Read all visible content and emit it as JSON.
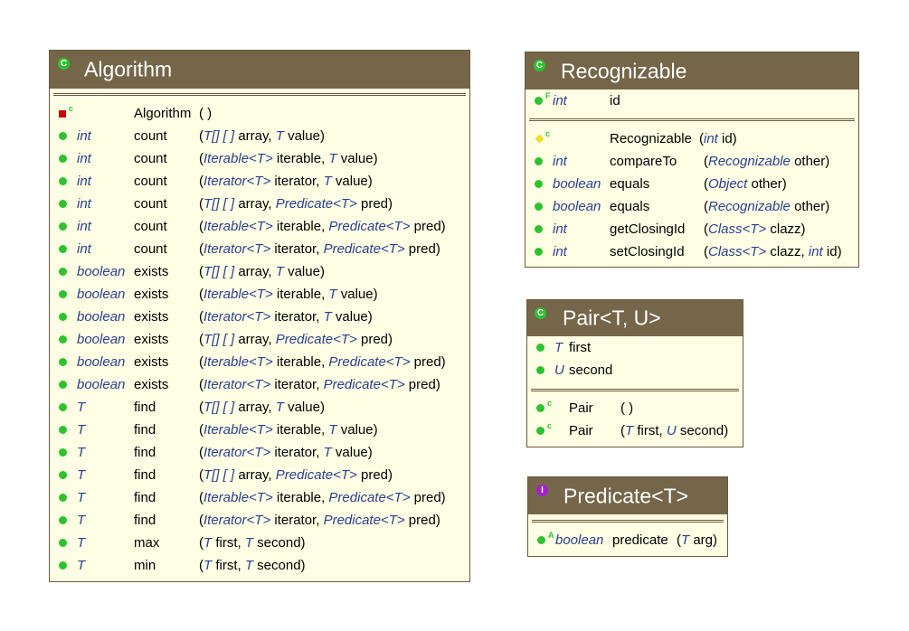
{
  "colors": {
    "header_bg": "#75664a",
    "body_bg": "#fefee4",
    "border": "#6b5a3c",
    "public_dot": "#2ec22e",
    "private_square": "#cc0000",
    "protected_diamond": "#e8e020",
    "interface_badge": "#a520c9",
    "type_text": "#2b3f8f"
  },
  "algorithm": {
    "title": "Algorithm",
    "kind": "C",
    "constructor": {
      "mod": "c",
      "name": "Algorithm",
      "params": " ( )"
    },
    "methods": [
      {
        "type": "int",
        "name": "count",
        "params": [
          [
            "(",
            ""
          ],
          [
            "T[] [ ]",
            "t"
          ],
          [
            " array, ",
            ""
          ],
          [
            "T",
            "t"
          ],
          [
            " value)",
            ""
          ]
        ]
      },
      {
        "type": "int",
        "name": "count",
        "params": [
          [
            "(",
            ""
          ],
          [
            "Iterable<T>",
            "t"
          ],
          [
            " iterable, ",
            ""
          ],
          [
            "T",
            "t"
          ],
          [
            " value)",
            ""
          ]
        ]
      },
      {
        "type": "int",
        "name": "count",
        "params": [
          [
            "(",
            ""
          ],
          [
            "Iterator<T>",
            "t"
          ],
          [
            " iterator, ",
            ""
          ],
          [
            "T",
            "t"
          ],
          [
            " value)",
            ""
          ]
        ]
      },
      {
        "type": "int",
        "name": "count",
        "params": [
          [
            "(",
            ""
          ],
          [
            "T[] [ ]",
            "t"
          ],
          [
            " array, ",
            ""
          ],
          [
            "Predicate<T>",
            "t"
          ],
          [
            " pred)",
            ""
          ]
        ]
      },
      {
        "type": "int",
        "name": "count",
        "params": [
          [
            "(",
            ""
          ],
          [
            "Iterable<T>",
            "t"
          ],
          [
            " iterable, ",
            ""
          ],
          [
            "Predicate<T>",
            "t"
          ],
          [
            " pred)",
            ""
          ]
        ]
      },
      {
        "type": "int",
        "name": "count",
        "params": [
          [
            "(",
            ""
          ],
          [
            "Iterator<T>",
            "t"
          ],
          [
            " iterator, ",
            ""
          ],
          [
            "Predicate<T>",
            "t"
          ],
          [
            " pred)",
            ""
          ]
        ]
      },
      {
        "type": "boolean",
        "name": "exists",
        "params": [
          [
            "(",
            ""
          ],
          [
            "T[] [ ]",
            "t"
          ],
          [
            " array, ",
            ""
          ],
          [
            "T",
            "t"
          ],
          [
            " value)",
            ""
          ]
        ]
      },
      {
        "type": "boolean",
        "name": "exists",
        "params": [
          [
            "(",
            ""
          ],
          [
            "Iterable<T>",
            "t"
          ],
          [
            " iterable, ",
            ""
          ],
          [
            "T",
            "t"
          ],
          [
            " value)",
            ""
          ]
        ]
      },
      {
        "type": "boolean",
        "name": "exists",
        "params": [
          [
            "(",
            ""
          ],
          [
            "Iterator<T>",
            "t"
          ],
          [
            " iterator, ",
            ""
          ],
          [
            "T",
            "t"
          ],
          [
            " value)",
            ""
          ]
        ]
      },
      {
        "type": "boolean",
        "name": "exists",
        "params": [
          [
            "(",
            ""
          ],
          [
            "T[] [ ]",
            "t"
          ],
          [
            " array, ",
            ""
          ],
          [
            "Predicate<T>",
            "t"
          ],
          [
            " pred)",
            ""
          ]
        ]
      },
      {
        "type": "boolean",
        "name": "exists",
        "params": [
          [
            "(",
            ""
          ],
          [
            "Iterable<T>",
            "t"
          ],
          [
            " iterable, ",
            ""
          ],
          [
            "Predicate<T>",
            "t"
          ],
          [
            " pred)",
            ""
          ]
        ]
      },
      {
        "type": "boolean",
        "name": "exists",
        "params": [
          [
            "(",
            ""
          ],
          [
            "Iterator<T>",
            "t"
          ],
          [
            " iterator, ",
            ""
          ],
          [
            "Predicate<T>",
            "t"
          ],
          [
            " pred)",
            ""
          ]
        ]
      },
      {
        "type": "T",
        "name": "find",
        "params": [
          [
            "(",
            ""
          ],
          [
            "T[] [ ]",
            "t"
          ],
          [
            " array, ",
            ""
          ],
          [
            "T",
            "t"
          ],
          [
            " value)",
            ""
          ]
        ]
      },
      {
        "type": "T",
        "name": "find",
        "params": [
          [
            "(",
            ""
          ],
          [
            "Iterable<T>",
            "t"
          ],
          [
            " iterable, ",
            ""
          ],
          [
            "T",
            "t"
          ],
          [
            " value)",
            ""
          ]
        ]
      },
      {
        "type": "T",
        "name": "find",
        "params": [
          [
            "(",
            ""
          ],
          [
            "Iterator<T>",
            "t"
          ],
          [
            " iterator, ",
            ""
          ],
          [
            "T",
            "t"
          ],
          [
            " value)",
            ""
          ]
        ]
      },
      {
        "type": "T",
        "name": "find",
        "params": [
          [
            "(",
            ""
          ],
          [
            "T[] [ ]",
            "t"
          ],
          [
            " array, ",
            ""
          ],
          [
            "Predicate<T>",
            "t"
          ],
          [
            " pred)",
            ""
          ]
        ]
      },
      {
        "type": "T",
        "name": "find",
        "params": [
          [
            "(",
            ""
          ],
          [
            "Iterable<T>",
            "t"
          ],
          [
            " iterable, ",
            ""
          ],
          [
            "Predicate<T>",
            "t"
          ],
          [
            " pred)",
            ""
          ]
        ]
      },
      {
        "type": "T",
        "name": "find",
        "params": [
          [
            "(",
            ""
          ],
          [
            "Iterator<T>",
            "t"
          ],
          [
            " iterator, ",
            ""
          ],
          [
            "Predicate<T>",
            "t"
          ],
          [
            " pred)",
            ""
          ]
        ]
      },
      {
        "type": "T",
        "name": "max",
        "params": [
          [
            "(",
            ""
          ],
          [
            "T",
            "t"
          ],
          [
            " first, ",
            ""
          ],
          [
            "T",
            "t"
          ],
          [
            " second)",
            ""
          ]
        ]
      },
      {
        "type": "T",
        "name": "min",
        "params": [
          [
            "(",
            ""
          ],
          [
            "T",
            "t"
          ],
          [
            " first, ",
            ""
          ],
          [
            "T",
            "t"
          ],
          [
            " second)",
            ""
          ]
        ]
      }
    ]
  },
  "recognizable": {
    "title": "Recognizable",
    "kind": "C",
    "field": {
      "mod": "F",
      "type": "int",
      "name": "id"
    },
    "constructor": {
      "mod": "c",
      "name": "Recognizable",
      "params": [
        [
          " (",
          ""
        ],
        [
          "int",
          "t"
        ],
        [
          " id)",
          ""
        ]
      ]
    },
    "methods": [
      {
        "type": "int",
        "name": "compareTo",
        "params": [
          [
            "(",
            ""
          ],
          [
            "Recognizable",
            "t"
          ],
          [
            " other)",
            ""
          ]
        ]
      },
      {
        "type": "boolean",
        "name": "equals",
        "params": [
          [
            "(",
            ""
          ],
          [
            "Object",
            "t"
          ],
          [
            " other)",
            ""
          ]
        ]
      },
      {
        "type": "boolean",
        "name": "equals",
        "params": [
          [
            "(",
            ""
          ],
          [
            "Recognizable",
            "t"
          ],
          [
            " other)",
            ""
          ]
        ]
      },
      {
        "type": "int",
        "name": "getClosingId",
        "params": [
          [
            "(",
            ""
          ],
          [
            "Class<T>",
            "t"
          ],
          [
            " clazz)",
            ""
          ]
        ]
      },
      {
        "type": "int",
        "name": "setClosingId",
        "params": [
          [
            "(",
            ""
          ],
          [
            "Class<T>",
            "t"
          ],
          [
            " clazz, ",
            ""
          ],
          [
            "int",
            "t"
          ],
          [
            " id)",
            ""
          ]
        ]
      }
    ]
  },
  "pair": {
    "title": "Pair<T, U>",
    "kind": "C",
    "fields": [
      {
        "type": "T",
        "name": "first"
      },
      {
        "type": "U",
        "name": "second"
      }
    ],
    "constructors": [
      {
        "mod": "c",
        "name": "Pair",
        "params": [
          [
            "( )",
            ""
          ]
        ]
      },
      {
        "mod": "c",
        "name": "Pair",
        "params": [
          [
            "(",
            ""
          ],
          [
            "T",
            "t"
          ],
          [
            " first, ",
            ""
          ],
          [
            "U",
            "t"
          ],
          [
            " second)",
            ""
          ]
        ]
      }
    ]
  },
  "predicate": {
    "title": "Predicate<T>",
    "kind": "I",
    "methods": [
      {
        "mod": "A",
        "type": "boolean",
        "name": "predicate",
        "params": [
          [
            "(",
            ""
          ],
          [
            "T",
            "t"
          ],
          [
            " arg)",
            ""
          ]
        ]
      }
    ]
  }
}
